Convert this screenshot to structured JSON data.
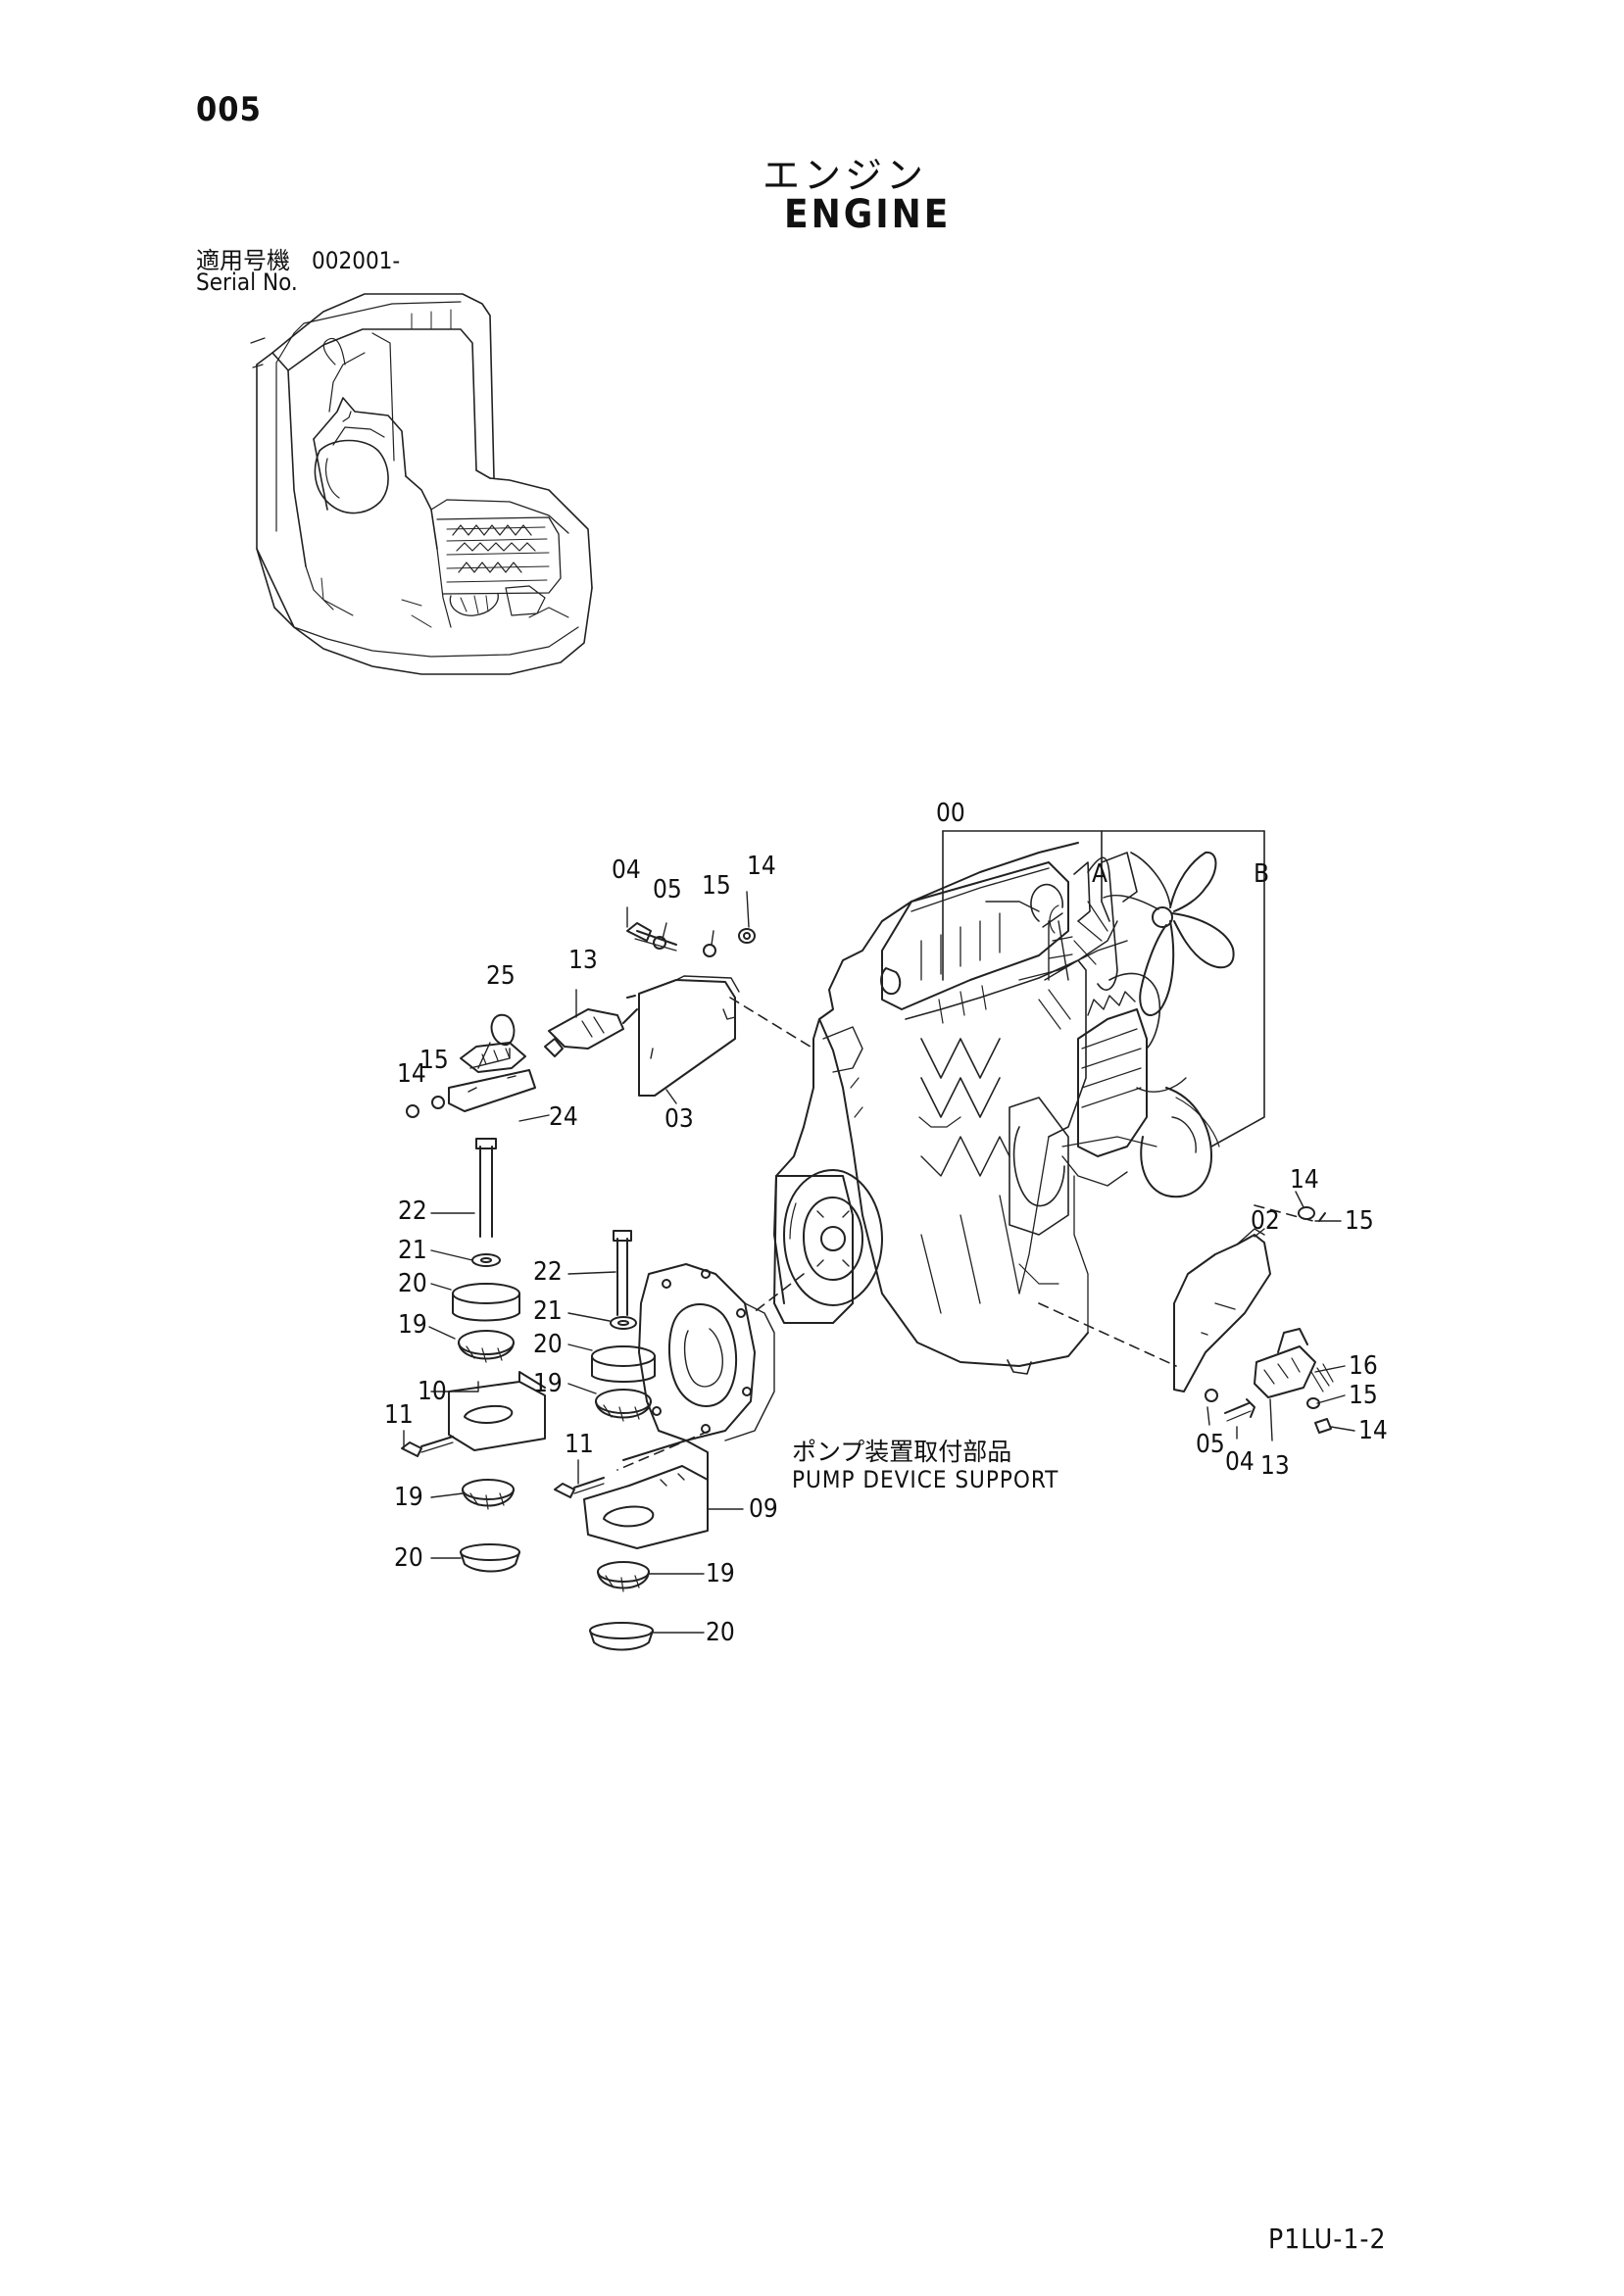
{
  "header": {
    "page_number": "005",
    "title_jp": "エンジン",
    "title_en": "ENGINE",
    "serial_label_jp": "適用号機",
    "serial_value": "002001-",
    "serial_label_en": "Serial No."
  },
  "notes": {
    "pump_jp": "ポンプ装置取付部品",
    "pump_en": "PUMP DEVICE SUPPORT"
  },
  "labels": {
    "engine": "00",
    "a": "A",
    "b": "B",
    "bracket_top_bolt": "04",
    "bracket_top_washer": "05",
    "bracket_top_lockwasher": "15",
    "bracket_top_nut": "14",
    "mount_top_screw": "25",
    "mount_top_rubber": "13",
    "mount_left_nut": "14",
    "mount_left_lockwasher": "15",
    "mount_left_plate": "24",
    "bracket_top_plate": "03",
    "left_bolt": "22",
    "left_washer": "21",
    "left_stopper_upper": "20",
    "left_rubber_upper": "19",
    "left_bracket": "10",
    "left_bracket_bolt": "11",
    "left_rubber_lower": "19",
    "left_stopper_lower": "20",
    "center_bolt": "22",
    "center_washer": "21",
    "center_stopper_upper": "20",
    "center_rubber_upper": "19",
    "center_bracket_bolt": "11",
    "center_bracket": "09",
    "center_rubber_lower": "19",
    "center_stopper_lower": "20",
    "right_nut_top": "14",
    "right_lockwasher_top": "15",
    "right_bracket": "02",
    "right_spring": "16",
    "right_lockwasher": "15",
    "right_nut": "14",
    "right_washer": "05",
    "right_bolt": "04",
    "right_rubber": "13"
  },
  "footer": {
    "code": "P1LU-1-2"
  }
}
